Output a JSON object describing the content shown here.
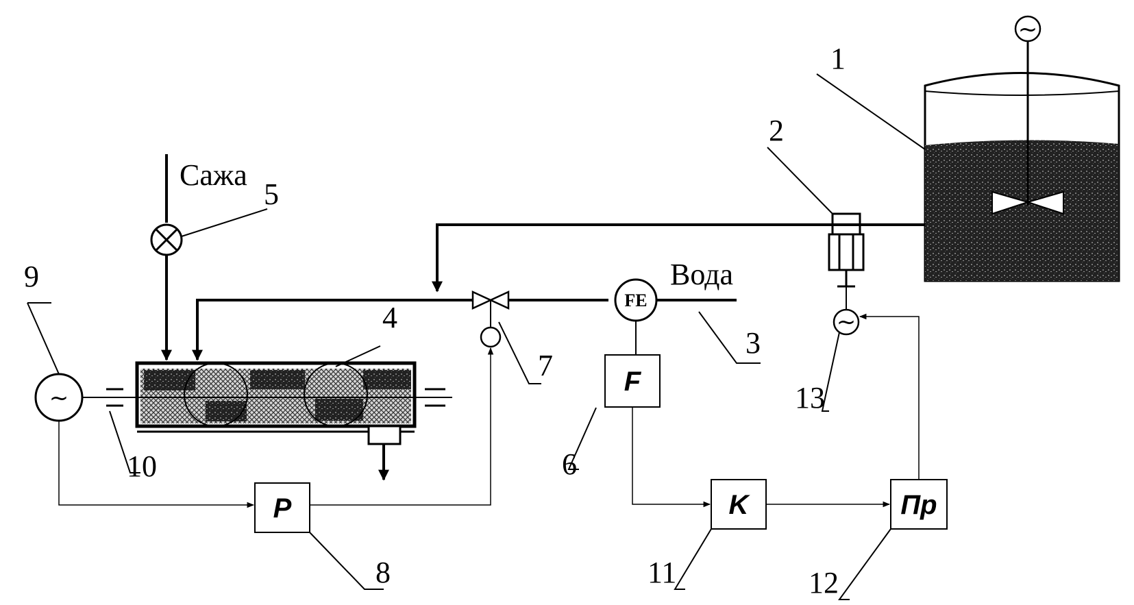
{
  "labels": {
    "soot": "Сажа",
    "water": "Вода"
  },
  "blocks": {
    "f": "F",
    "p": "P",
    "k": "K",
    "pr": "Пр",
    "fe": "FE"
  },
  "symbols": {
    "tilde": "~"
  },
  "numbers": {
    "n1": "1",
    "n2": "2",
    "n3": "3",
    "n4": "4",
    "n5": "5",
    "n6": "6",
    "n7": "7",
    "n8": "8",
    "n9": "9",
    "n10": "10",
    "n11": "11",
    "n12": "12",
    "n13": "13"
  }
}
